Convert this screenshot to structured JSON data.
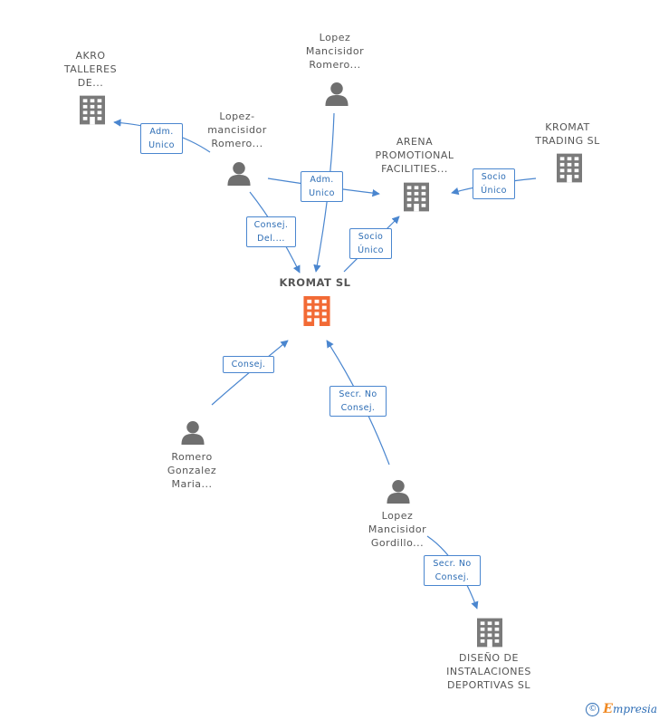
{
  "nodes": {
    "center": {
      "label": "KROMAT SL",
      "color": "#f26a35"
    },
    "akro": {
      "lines": [
        "AKRO",
        "TALLERES",
        "DE..."
      ]
    },
    "lopez_top": {
      "lines": [
        "Lopez",
        "Mancisidor",
        "Romero..."
      ]
    },
    "lopez_hyphen": {
      "lines": [
        "Lopez-",
        "mancisidor",
        "Romero..."
      ]
    },
    "arena": {
      "lines": [
        "ARENA",
        "PROMOTIONAL",
        "FACILITIES..."
      ]
    },
    "kromat_trading": {
      "lines": [
        "KROMAT",
        "TRADING  SL"
      ]
    },
    "romero": {
      "lines": [
        "Romero",
        "Gonzalez",
        "Maria..."
      ]
    },
    "lopez_gordillo": {
      "lines": [
        "Lopez",
        "Mancisidor",
        "Gordillo..."
      ]
    },
    "diseno": {
      "lines": [
        "DISEÑO DE",
        "INSTALACIONES",
        "DEPORTIVAS SL"
      ]
    }
  },
  "relations": {
    "adm_unico_akro": [
      "Adm.",
      "Unico"
    ],
    "adm_unico_arena": [
      "Adm.",
      "Unico"
    ],
    "socio_unico_trading": [
      "Socio",
      "Único"
    ],
    "consej_del": [
      "Consej.",
      "Del...."
    ],
    "socio_unico_center": [
      "Socio",
      "Único"
    ],
    "consej_romero": [
      "Consej."
    ],
    "secr_no_consej_center": [
      "Secr.  No",
      "Consej."
    ],
    "secr_no_consej_diseno": [
      "Secr.  No",
      "Consej."
    ]
  },
  "colors": {
    "company": "#7a7a7a",
    "person": "#6f6f6f",
    "link": "#4a86cf",
    "center": "#f26a35"
  },
  "footer": {
    "copyright": "©",
    "brand_e": "E",
    "brand_rest": "mpresia"
  }
}
